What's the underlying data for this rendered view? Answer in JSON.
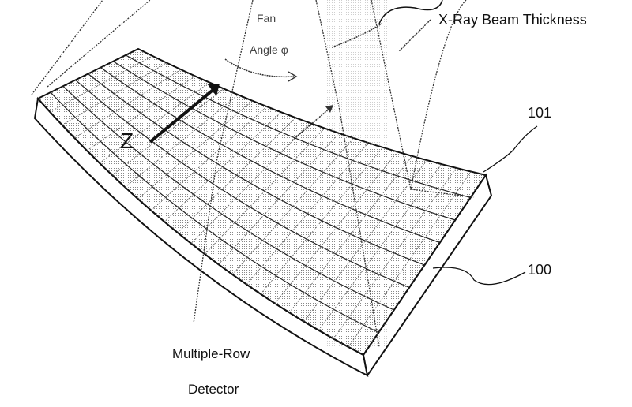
{
  "labels": {
    "fan": "Fan",
    "angle": "Angle φ",
    "beam_thickness": "X-Ray Beam Thickness",
    "ref_101": "101",
    "ref_100": "100",
    "z_axis": "Z",
    "detector_line1": "Multiple-Row",
    "detector_line2": "Detector"
  },
  "grid": {
    "rows": 8,
    "columns": 24
  }
}
